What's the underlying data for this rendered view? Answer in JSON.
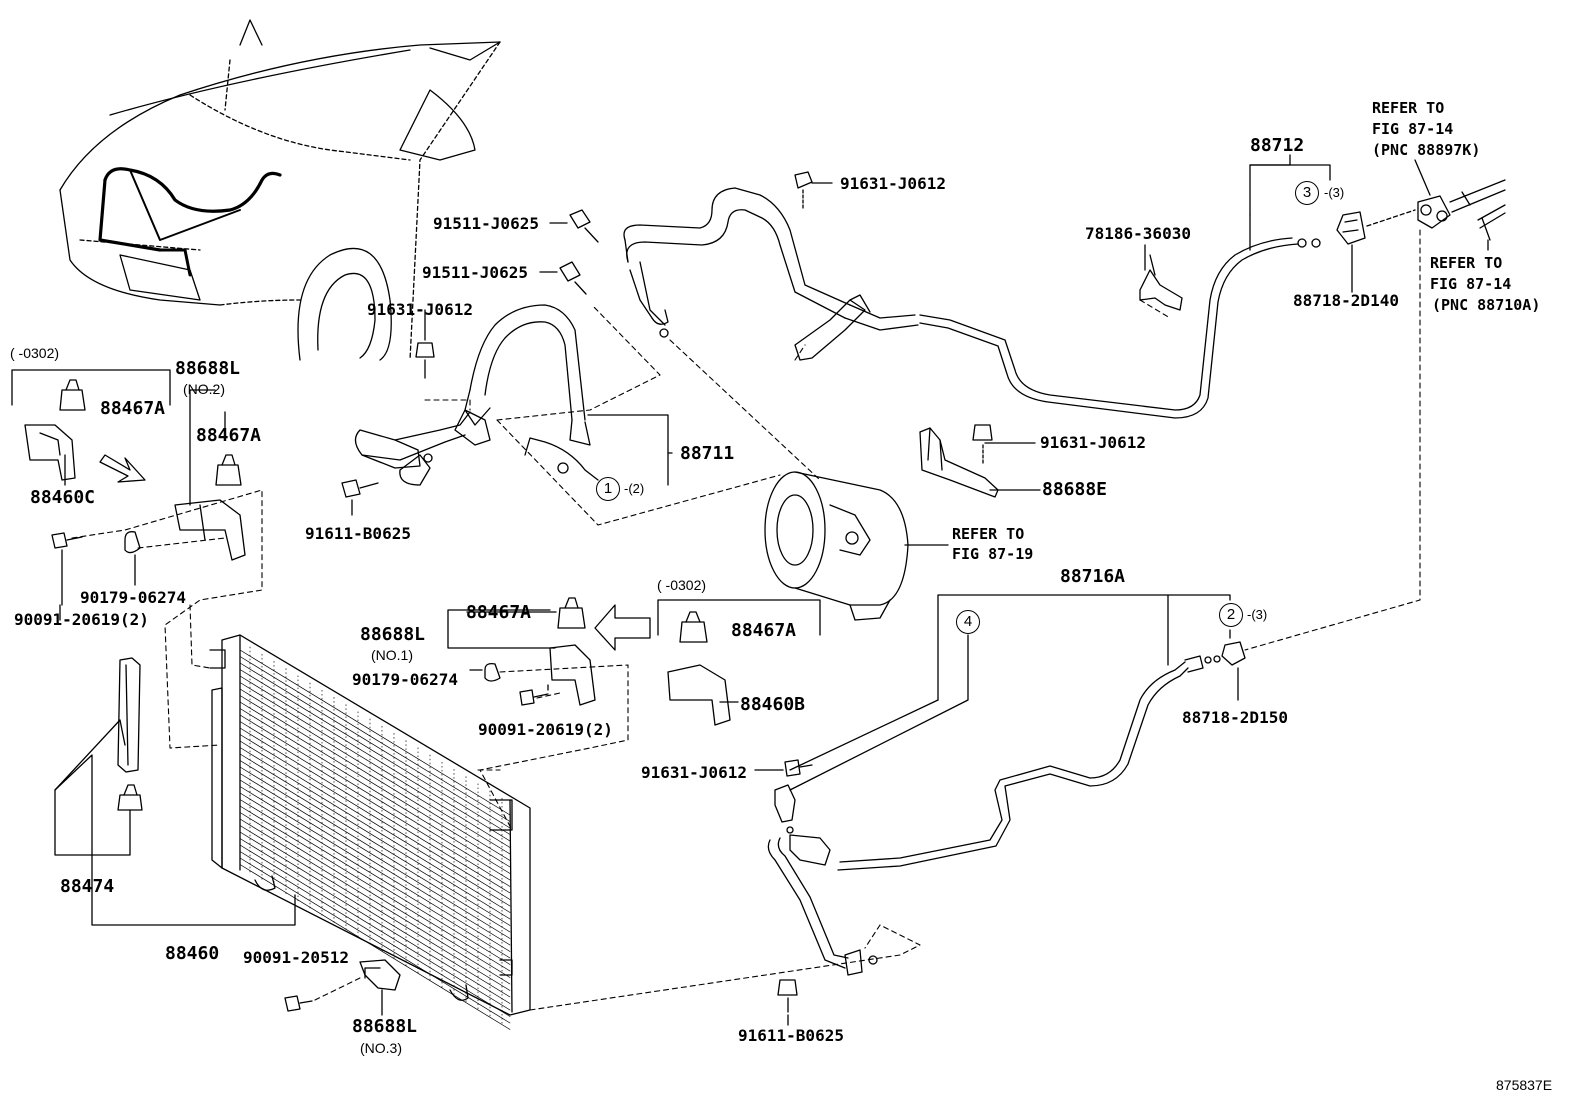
{
  "figure_code": "875837E",
  "refs": {
    "top_right_1": [
      "REFER TO",
      "FIG 87-14",
      "(PNC 88897K)"
    ],
    "top_right_2": [
      "REFER TO",
      "FIG 87-14",
      "(PNC 88710A)"
    ],
    "compressor": [
      "REFER TO",
      "FIG 87-19"
    ]
  },
  "callouts": {
    "c1": {
      "num": "1",
      "qty": "-(2)"
    },
    "c2": {
      "num": "2",
      "qty": "-(3)"
    },
    "c3": {
      "num": "3",
      "qty": "-(3)"
    },
    "c4": {
      "num": "4"
    }
  },
  "labels": {
    "p91631_top": "91631-J0612",
    "p91511_a": "91511-J0625",
    "p91511_b": "91511-J0625",
    "p91631_left": "91631-J0612",
    "p88712": "88712",
    "p78186": "78186-36030",
    "p88718_2D140": "88718-2D140",
    "range_left": "(   -0302)",
    "p88688L_top": "88688L",
    "no2": "(NO.2)",
    "p88467A_left": "88467A",
    "p88467A_no2": "88467A",
    "p88460C": "88460C",
    "p88711": "88711",
    "p91611_left": "91611-B0625",
    "p91631_mid": "91631-J0612",
    "p88688E": "88688E",
    "p90179_left": "90179-06274",
    "p90091_left": "90091-20619(2)",
    "range_mid": "(   -0302)",
    "p88716A": "88716A",
    "p88467A_no1": "88467A",
    "p88688L_no1": "88688L",
    "no1": "(NO.1)",
    "p88467A_mid": "88467A",
    "p90179_mid": "90179-06274",
    "p88460B": "88460B",
    "p90091_mid": "90091-20619(2)",
    "p88718_2D150": "88718-2D150",
    "p91631_bot": "91631-J0612",
    "p88474": "88474",
    "p88460": "88460",
    "p90091_20512": "90091-20512",
    "p88688L_no3": "88688L",
    "no3": "(NO.3)",
    "p91611_bot": "91611-B0625"
  }
}
